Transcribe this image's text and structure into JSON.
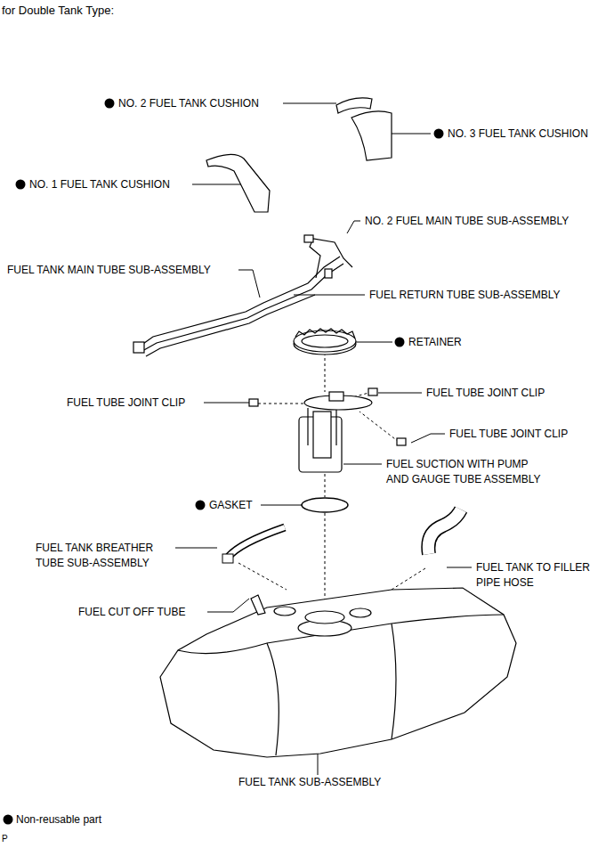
{
  "diagram": {
    "title": "for Double Tank Type:",
    "labels": [
      "NO. 2 FUEL TANK CUSHION",
      "NO. 3 FUEL TANK CUSHION",
      "NO. 1 FUEL TANK CUSHION",
      "NO. 2 FUEL MAIN TUBE SUB-ASSEMBLY",
      "FUEL TANK MAIN TUBE SUB-ASSEMBLY",
      "FUEL RETURN TUBE SUB-ASSEMBLY",
      "RETAINER",
      "FUEL TUBE JOINT CLIP",
      "FUEL TUBE JOINT CLIP",
      "FUEL TUBE JOINT CLIP",
      "FUEL SUCTION WITH PUMP AND GAUGE TUBE ASSEMBLY",
      "GASKET",
      "FUEL TANK BREATHER TUBE SUB-ASSEMBLY",
      "FUEL TANK TO FILLER PIPE HOSE",
      "FUEL CUT OFF TUBE",
      "FUEL TANK SUB-ASSEMBLY",
      "P"
    ],
    "legend": [
      {
        "text": "Non-reusable part"
      }
    ]
  }
}
